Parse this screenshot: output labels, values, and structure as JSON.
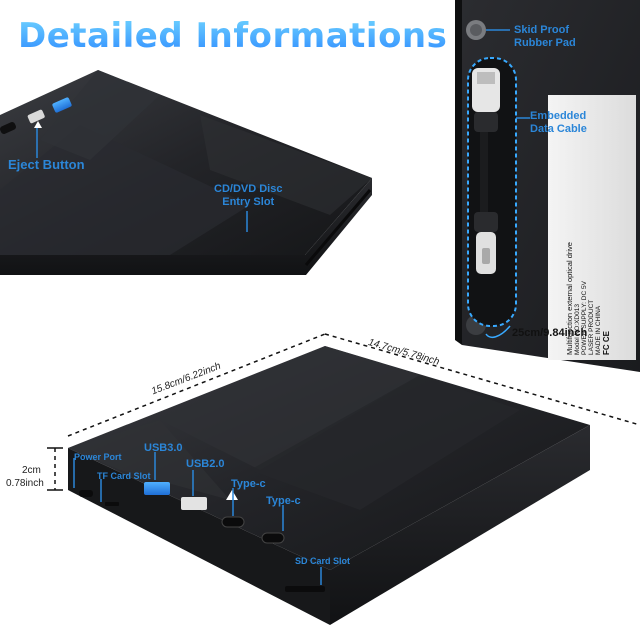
{
  "header": {
    "title": "Detailed Informations"
  },
  "callouts": {
    "eject_button": "Eject Button",
    "disc_slot": "CD/DVD Disc\nEntry Slot",
    "skid_proof": "Skid Proof\nRubber Pad",
    "embedded_cable": "Embedded\nData Cable",
    "cable_length": "25cm/9.84inch",
    "power_port": "Power Port",
    "tf_slot": "TF Card Slot",
    "usb3": "USB3.0",
    "usb2": "USB2.0",
    "typec_1": "Type-c",
    "typec_2": "Type-c",
    "sd_slot": "SD Card Slot"
  },
  "dimensions": {
    "length": "15.8cm/6.22inch",
    "width": "14.7cm/5.78inch",
    "height_cm": "2cm",
    "height_inch": "0.78inch"
  },
  "product_label": {
    "line1": "Multifunction external optical drive",
    "line2": "Model NO:XD013",
    "line3": "POWER SUPPLY: DC 5V",
    "line4": "LASER PRODUCT",
    "line5": "MADE IN CHINA",
    "fcc": "FC CE"
  },
  "colors": {
    "accent": "#2b86d8",
    "title_gradient_top": "#6fd3ff",
    "title_gradient_bottom": "#2f8cff",
    "device_body": "#1c1d20",
    "cable_glow": "#38a9ff"
  }
}
